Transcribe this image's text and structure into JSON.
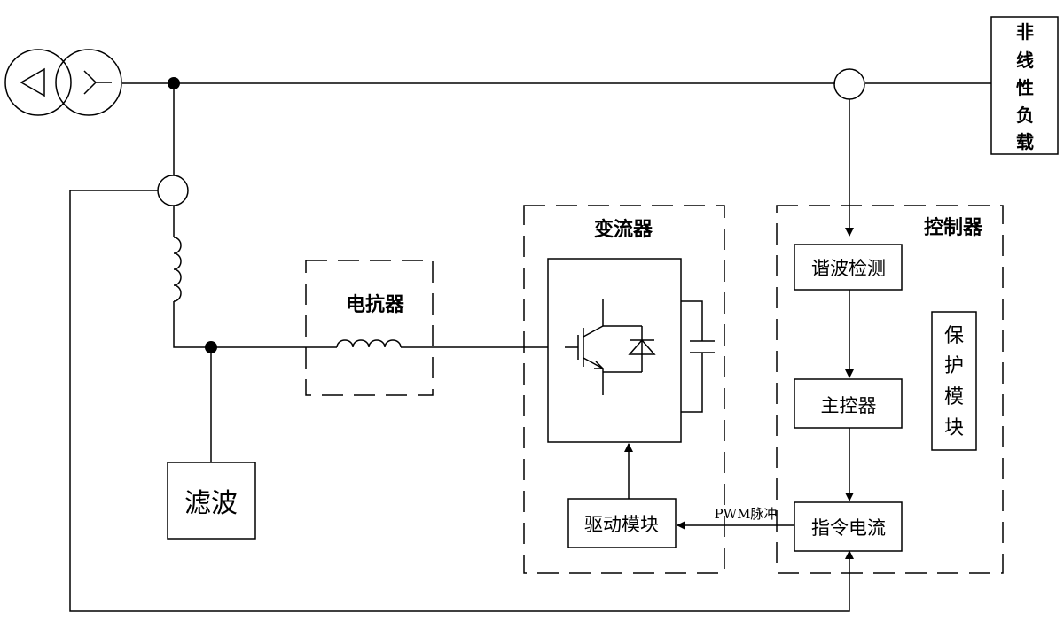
{
  "load": {
    "label_chars": [
      "非",
      "线",
      "性",
      "负",
      "载"
    ]
  },
  "converter": {
    "title": "变流器"
  },
  "controller": {
    "title": "控制器"
  },
  "reactor": {
    "title": "电抗器"
  },
  "filter": {
    "label": "滤波"
  },
  "blocks": {
    "harmonic_detection": "谐波检测",
    "main_controller": "主控器",
    "command_current": "指令电流",
    "drive_module": "驱动模块",
    "protection_module_chars": [
      "保",
      "护",
      "模",
      "块"
    ]
  },
  "signals": {
    "pwm": "PWM脉冲"
  }
}
